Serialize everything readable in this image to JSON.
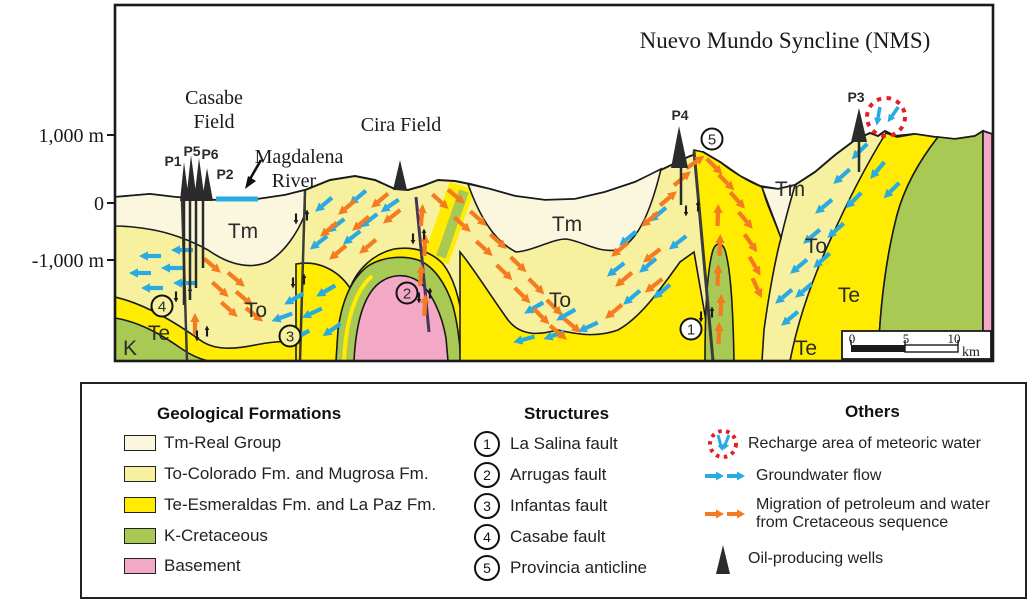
{
  "section": {
    "title": "Nuevo Mundo Syncline (NMS)",
    "axis": {
      "top": "1,000 m",
      "mid": "0",
      "bottom": "-1,000 m"
    },
    "labels": {
      "casabe1": "Casabe",
      "casabe2": "Field",
      "cira": "Cira Field",
      "magdalena1": "Magdalena",
      "magdalena2": "River"
    },
    "wells": {
      "p1": "P1",
      "p5": "P5",
      "p6": "P6",
      "p2": "P2",
      "p4": "P4",
      "p3": "P3"
    },
    "formations": {
      "tm": "Tm",
      "to": "To",
      "te": "Te",
      "k": "K"
    },
    "scalebar": {
      "t0": "0",
      "t5": "5",
      "t10": "10",
      "unit": "km"
    }
  },
  "legend": {
    "formations": {
      "heading": "Geological Formations",
      "items": [
        {
          "label": "Tm-Real Group",
          "color_key": "tm"
        },
        {
          "label": "To-Colorado Fm. and Mugrosa Fm.",
          "color_key": "to"
        },
        {
          "label": "Te-Esmeraldas Fm. and La Paz Fm.",
          "color_key": "te"
        },
        {
          "label": "K-Cretaceous",
          "color_key": "k"
        },
        {
          "label": "Basement",
          "color_key": "basement"
        }
      ]
    },
    "structures": {
      "heading": "Structures",
      "items": [
        {
          "num": "1",
          "label": "La Salina fault"
        },
        {
          "num": "2",
          "label": "Arrugas fault"
        },
        {
          "num": "3",
          "label": "Infantas fault"
        },
        {
          "num": "4",
          "label": "Casabe fault"
        },
        {
          "num": "5",
          "label": "Provincia anticline"
        }
      ]
    },
    "others": {
      "heading": "Others",
      "recharge": "Recharge area of meteoric water",
      "groundwater": "Groundwater flow",
      "migration1": "Migration of petroleum and water",
      "migration2": "from Cretaceous sequence",
      "wells": "Oil-producing wells"
    }
  },
  "colors": {
    "tm": "#FBF7DF",
    "to": "#F6F09F",
    "te": "#FFEC00",
    "k": "#A9C955",
    "basement": "#F3A8C6",
    "groundwater_blue": "#29ABE2",
    "migration_orange": "#F47B20",
    "recharge_red": "#E31E26",
    "line_black": "#1a1a1a"
  }
}
